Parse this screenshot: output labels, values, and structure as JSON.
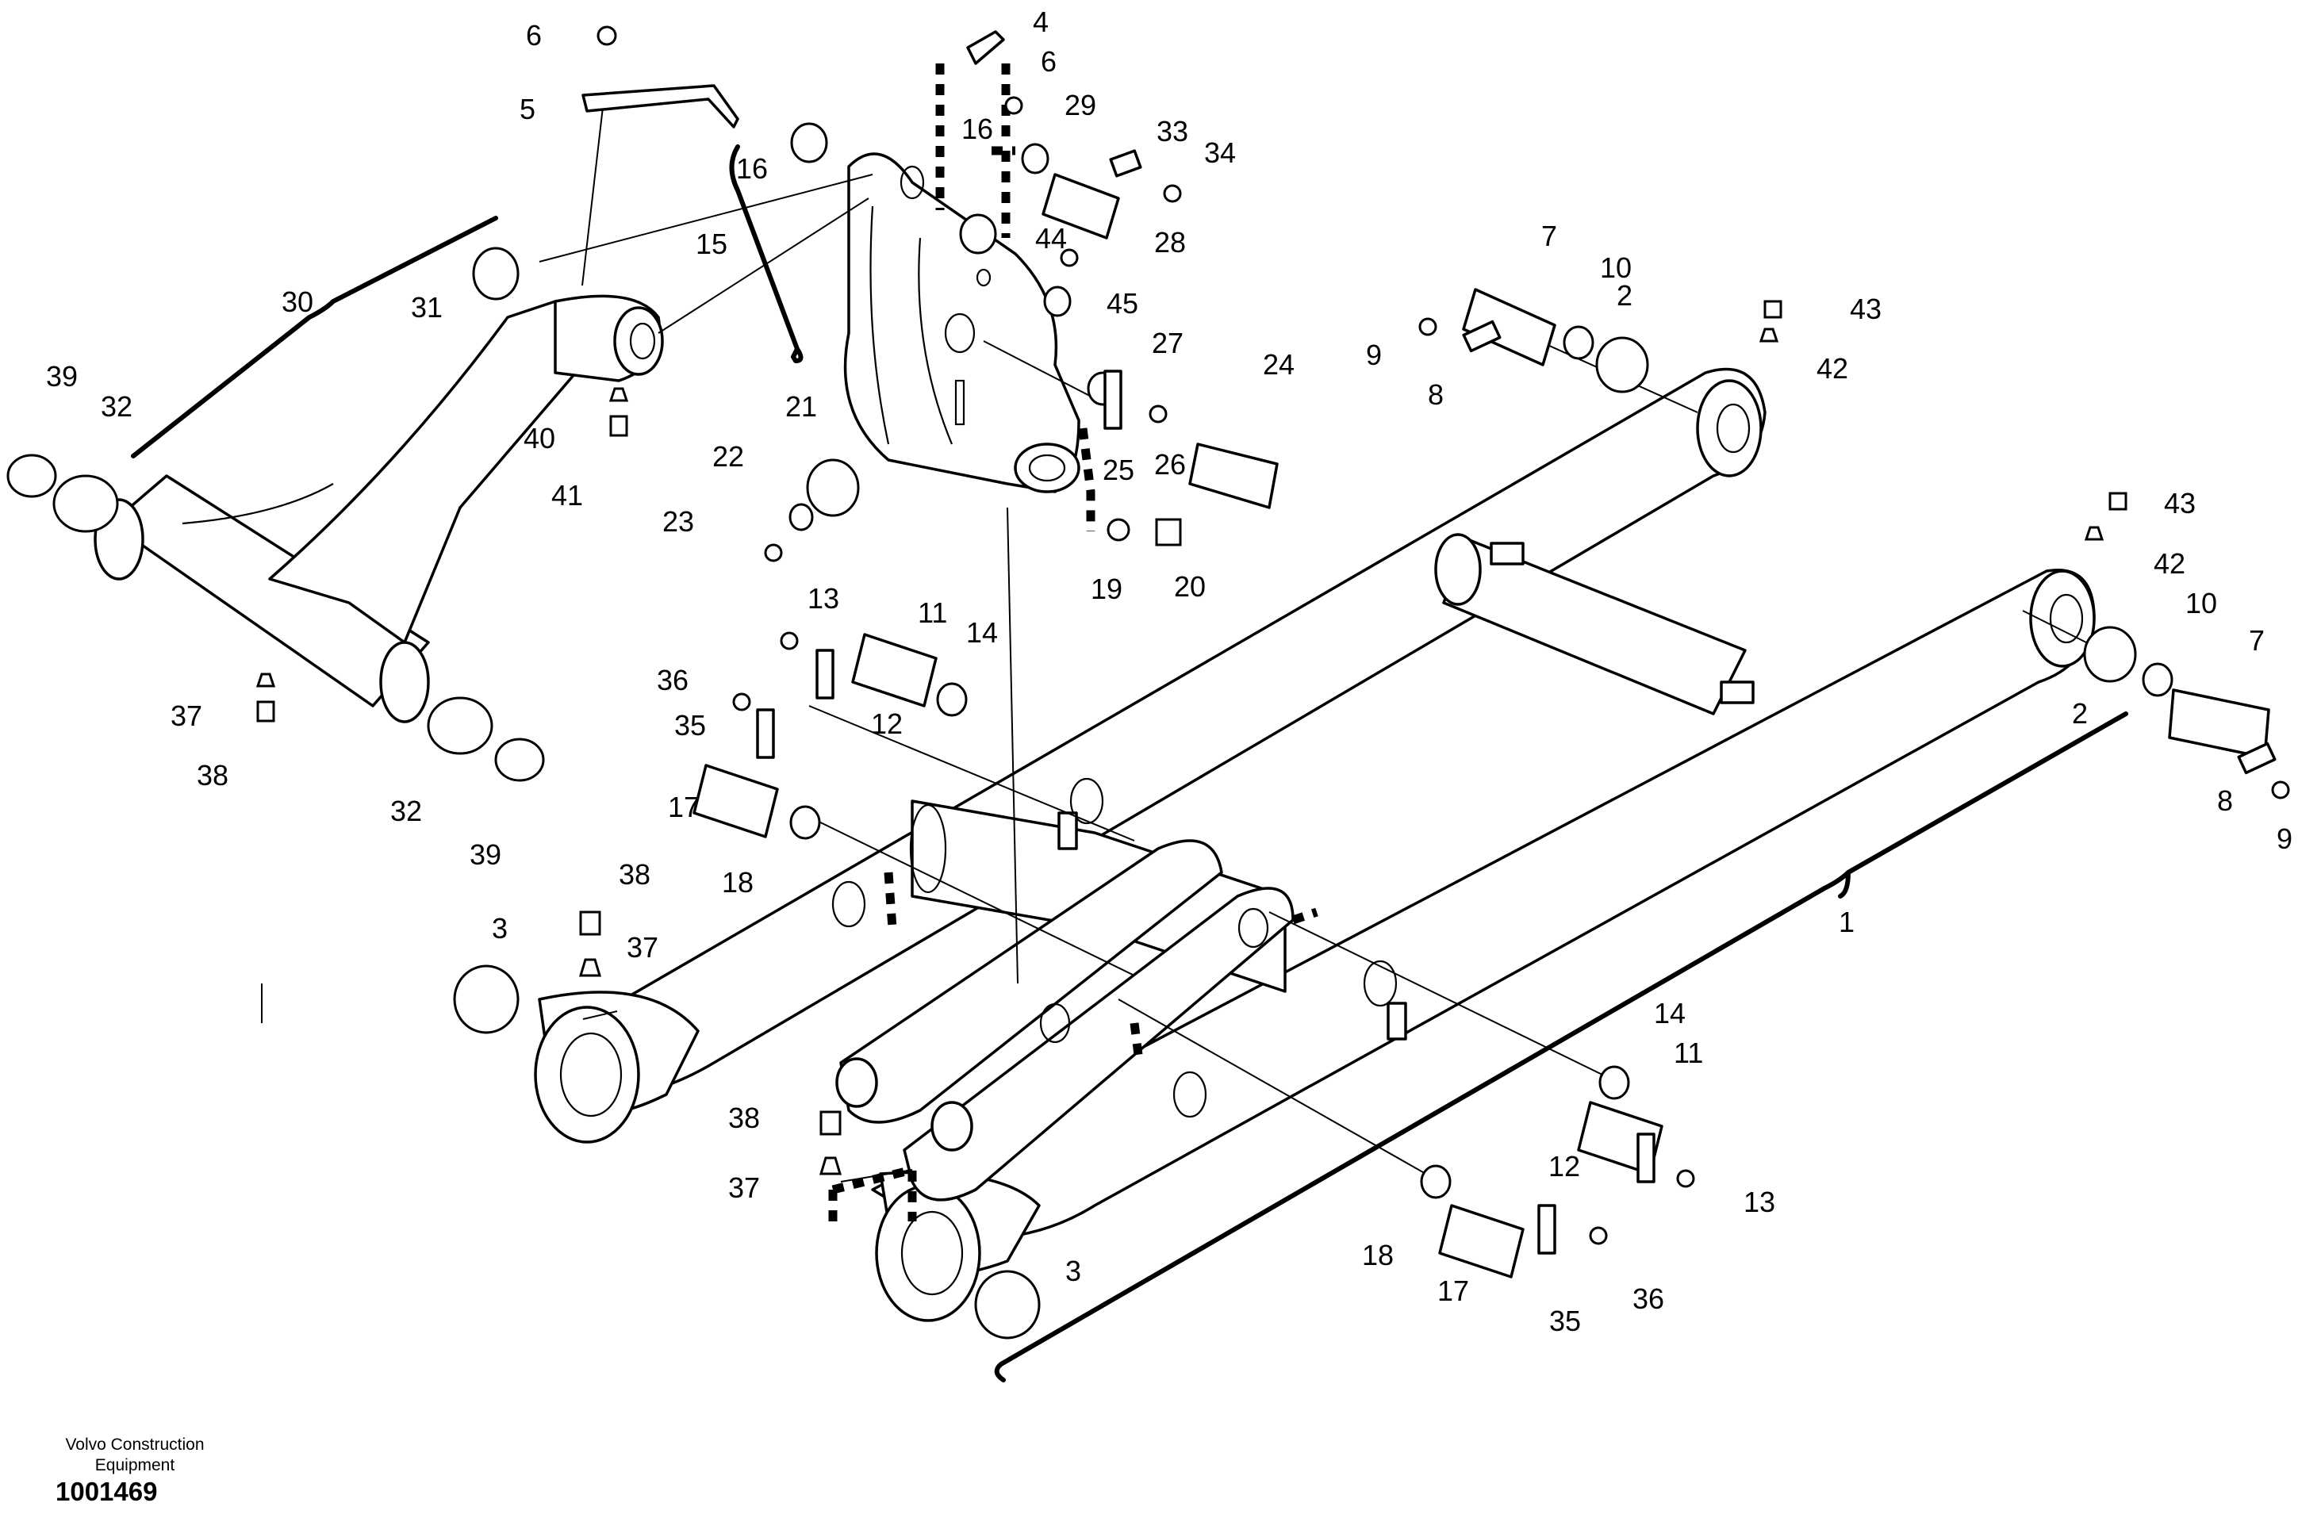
{
  "footer": {
    "brand_line1": "Volvo Construction",
    "brand_line2": "Equipment",
    "document_number": "1001469"
  },
  "callouts": [
    {
      "id": "c1",
      "text": "1"
    },
    {
      "id": "c2a",
      "text": "2"
    },
    {
      "id": "c2b",
      "text": "2"
    },
    {
      "id": "c3a",
      "text": "3"
    },
    {
      "id": "c3b",
      "text": "3"
    },
    {
      "id": "c4",
      "text": "4"
    },
    {
      "id": "c5",
      "text": "5"
    },
    {
      "id": "c6a",
      "text": "6"
    },
    {
      "id": "c6b",
      "text": "6"
    },
    {
      "id": "c7a",
      "text": "7"
    },
    {
      "id": "c7b",
      "text": "7"
    },
    {
      "id": "c8a",
      "text": "8"
    },
    {
      "id": "c8b",
      "text": "8"
    },
    {
      "id": "c9a",
      "text": "9"
    },
    {
      "id": "c9b",
      "text": "9"
    },
    {
      "id": "c10a",
      "text": "10"
    },
    {
      "id": "c10b",
      "text": "10"
    },
    {
      "id": "c11a",
      "text": "11"
    },
    {
      "id": "c11b",
      "text": "11"
    },
    {
      "id": "c12a",
      "text": "12"
    },
    {
      "id": "c12b",
      "text": "12"
    },
    {
      "id": "c13a",
      "text": "13"
    },
    {
      "id": "c13b",
      "text": "13"
    },
    {
      "id": "c14a",
      "text": "14"
    },
    {
      "id": "c14b",
      "text": "14"
    },
    {
      "id": "c15",
      "text": "15"
    },
    {
      "id": "c16a",
      "text": "16"
    },
    {
      "id": "c16b",
      "text": "16"
    },
    {
      "id": "c17a",
      "text": "17"
    },
    {
      "id": "c17b",
      "text": "17"
    },
    {
      "id": "c18a",
      "text": "18"
    },
    {
      "id": "c18b",
      "text": "18"
    },
    {
      "id": "c19",
      "text": "19"
    },
    {
      "id": "c20",
      "text": "20"
    },
    {
      "id": "c21",
      "text": "21"
    },
    {
      "id": "c22",
      "text": "22"
    },
    {
      "id": "c23",
      "text": "23"
    },
    {
      "id": "c24",
      "text": "24"
    },
    {
      "id": "c25",
      "text": "25"
    },
    {
      "id": "c26",
      "text": "26"
    },
    {
      "id": "c27",
      "text": "27"
    },
    {
      "id": "c28",
      "text": "28"
    },
    {
      "id": "c29",
      "text": "29"
    },
    {
      "id": "c30",
      "text": "30"
    },
    {
      "id": "c31",
      "text": "31"
    },
    {
      "id": "c32a",
      "text": "32"
    },
    {
      "id": "c32b",
      "text": "32"
    },
    {
      "id": "c33",
      "text": "33"
    },
    {
      "id": "c34",
      "text": "34"
    },
    {
      "id": "c35a",
      "text": "35"
    },
    {
      "id": "c35b",
      "text": "35"
    },
    {
      "id": "c36a",
      "text": "36"
    },
    {
      "id": "c36b",
      "text": "36"
    },
    {
      "id": "c37a",
      "text": "37"
    },
    {
      "id": "c37b",
      "text": "37"
    },
    {
      "id": "c37c",
      "text": "37"
    },
    {
      "id": "c38a",
      "text": "38"
    },
    {
      "id": "c38b",
      "text": "38"
    },
    {
      "id": "c38c",
      "text": "38"
    },
    {
      "id": "c39a",
      "text": "39"
    },
    {
      "id": "c39b",
      "text": "39"
    },
    {
      "id": "c40",
      "text": "40"
    },
    {
      "id": "c41",
      "text": "41"
    },
    {
      "id": "c42a",
      "text": "42"
    },
    {
      "id": "c42b",
      "text": "42"
    },
    {
      "id": "c43a",
      "text": "43"
    },
    {
      "id": "c43b",
      "text": "43"
    },
    {
      "id": "c44",
      "text": "44"
    },
    {
      "id": "c45",
      "text": "45"
    }
  ]
}
